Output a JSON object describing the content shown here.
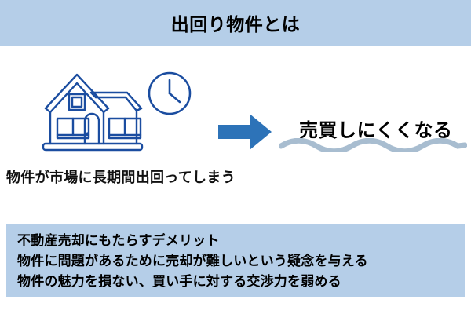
{
  "header": {
    "title": "出回り物件とは",
    "background_color": "#b5cee8"
  },
  "illustration": {
    "house_icon": "house-icon",
    "clock_icon": "clock-icon",
    "line_color": "#1b4da0",
    "clock_time": "4:00"
  },
  "flow": {
    "arrow_icon": "right-arrow-icon",
    "arrow_color": "#2d73b8",
    "cause_caption": "物件が市場に長期間出回ってしまう",
    "effect_headline": "売買しにくくなる",
    "wave_underline_color": "#a8bdd0"
  },
  "info_box": {
    "background_color": "#b5cee8",
    "heading": "不動産売却にもたらすデメリット",
    "lines": [
      "物件に問題があるために売却が難しいという疑念を与える",
      "物件の魅力を損ない、買い手に対する交渉力を弱める"
    ]
  }
}
